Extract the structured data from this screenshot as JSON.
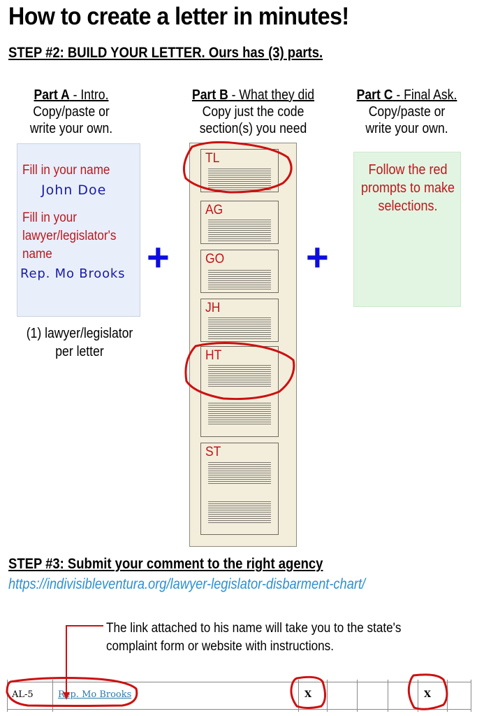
{
  "title": "How to create a letter in minutes!",
  "step2": {
    "heading": "STEP #2: BUILD YOUR LETTER. Ours has (3) parts."
  },
  "parts": {
    "a": {
      "label": "Part A",
      "suffix": " - Intro.",
      "line1": "Copy/paste or",
      "line2": "write your own.",
      "prompt_name": "Fill in your name",
      "example_name": "John Doe",
      "prompt_rep_line1": "Fill in your",
      "prompt_rep_line2": "lawyer/legislator's",
      "prompt_rep_line3": "name",
      "example_rep": "Rep. Mo Brooks",
      "note_line1": "(1) lawyer/legislator",
      "note_line2": "per letter"
    },
    "b": {
      "label": "Part B",
      "suffix": " - What they did",
      "line1": "Copy just the code",
      "line2": "section(s) you need",
      "sections": [
        {
          "code": "TL",
          "circled": true
        },
        {
          "code": "AG",
          "circled": false
        },
        {
          "code": "GO",
          "circled": false
        },
        {
          "code": "JH",
          "circled": false
        },
        {
          "code": "HT",
          "circled": true
        },
        {
          "code": "ST",
          "circled": false
        }
      ]
    },
    "c": {
      "label": "Part C",
      "suffix": " - Final Ask.",
      "line1": "Copy/paste or",
      "line2": "write your own.",
      "prompt_line1": "Follow the red",
      "prompt_line2": "prompts to make",
      "prompt_line3": "selections."
    }
  },
  "plus_icon": "+",
  "step3": {
    "heading": "STEP #3: Submit your comment to the right agency",
    "url": "https://indivisibleventura.org/lawyer-legislator-disbarment-chart/",
    "callout_line1": "The link attached to his name will take you to the state's",
    "callout_line2": "complaint form or website with instructions."
  },
  "table_row": {
    "district": "AL-5",
    "name_link": "Rep. Mo Brooks",
    "marks": [
      "X",
      "",
      "",
      "X",
      ""
    ]
  },
  "colors": {
    "prompt_red": "#c0161b",
    "plus_blue": "#0c0ce0",
    "link_blue": "#2a8fd4",
    "annotation_red": "#cc1111"
  }
}
